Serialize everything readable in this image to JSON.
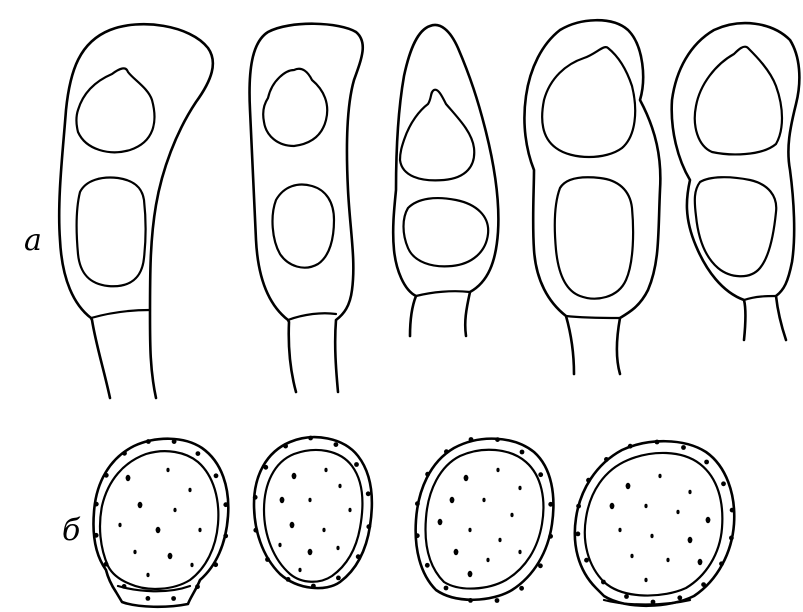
{
  "labels": {
    "row_a": "а",
    "row_b": "б"
  },
  "row_a": {
    "count": 5,
    "description_items": [
      "teliospore-1",
      "teliospore-2",
      "teliospore-3",
      "teliospore-4",
      "teliospore-5"
    ]
  },
  "row_b": {
    "count": 4,
    "description_items": [
      "urediniospore-1",
      "urediniospore-2",
      "urediniospore-3",
      "urediniospore-4"
    ]
  }
}
